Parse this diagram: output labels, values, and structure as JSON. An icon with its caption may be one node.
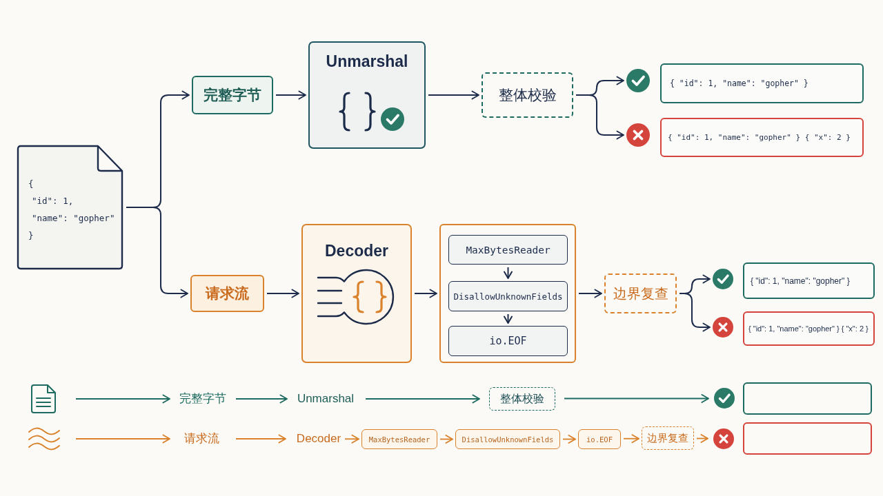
{
  "diagram": {
    "nodes": [
      {
        "text": [
          "{",
          "\"id\": 1,",
          "\"name\": \"gopher\"",
          "}"
        ]
      },
      {
        "text": [
          "完整字节"
        ]
      },
      {
        "text": [
          "Unmarshal"
        ]
      },
      {
        "text": [
          "整体校验"
        ]
      },
      {
        "text": [],
        "shape": "circle"
      },
      {
        "text": [
          "{ \"id\": 1, \"name\": \"gopher\" }"
        ]
      },
      {
        "text": [],
        "shape": "circle"
      },
      {
        "text": [
          "{ \"id\": 1, \"name\": \"gopher\" } { \"x\": 2 }"
        ]
      },
      {
        "text": [
          "请求流"
        ]
      },
      {
        "text": [
          "Decoder"
        ]
      },
      {
        "text": [],
        "shape": "box"
      },
      {
        "text": [
          "MaxBytesReader"
        ],
        "in": 10
      },
      {
        "text": [
          "DisallowUnknownFields"
        ],
        "in": 10
      },
      {
        "text": [
          "io.EOF"
        ],
        "in": 10
      },
      {
        "text": [
          "边界复查"
        ]
      },
      {
        "text": [],
        "shape": "circle"
      },
      {
        "text": [
          "{ \"id\": 1, \"name\": \"gopher\" }"
        ]
      },
      {
        "text": [],
        "shape": "circle"
      },
      {
        "text": [
          "{ \"id\": 1, \"name\": \"gopher\" } { \"x\": 2 }"
        ]
      },
      {
        "text": [],
        "shape": "picture"
      },
      {
        "text": [
          "完整字节"
        ]
      },
      {
        "text": [
          "Unmarshal"
        ]
      },
      {
        "text": [
          "整体校验"
        ]
      },
      {
        "text": [],
        "shape": "circle"
      },
      {
        "text": [],
        "shape": "box"
      },
      {
        "text": [],
        "shape": "picture"
      },
      {
        "text": [
          "请求流"
        ]
      },
      {
        "text": [
          "Decoder"
        ]
      },
      {
        "text": [
          "MaxBytesReader"
        ]
      },
      {
        "text": [
          "DisallowUnknownFields"
        ]
      },
      {
        "text": [
          "io.EOF"
        ]
      },
      {
        "text": [
          "边界复查"
        ]
      },
      {
        "text": [],
        "shape": "circle"
      },
      {
        "text": [],
        "shape": "box"
      }
    ],
    "edges": [
      {
        "from": 0,
        "to": 1,
        "arrow": "to"
      },
      {
        "from": 0,
        "to": 8,
        "arrow": "to"
      },
      {
        "from": 1,
        "to": 2,
        "arrow": "to"
      },
      {
        "from": 2,
        "to": 3,
        "arrow": "to"
      },
      {
        "from": 3,
        "to": 4,
        "arrow": "to"
      },
      {
        "from": 3,
        "to": 6,
        "arrow": "to"
      },
      {
        "from": 8,
        "to": 9,
        "arrow": "to"
      },
      {
        "from": 9,
        "to": 10,
        "arrow": "to"
      },
      {
        "from": 11,
        "to": 12,
        "arrow": "to"
      },
      {
        "from": 12,
        "to": 13,
        "arrow": "to"
      },
      {
        "from": 10,
        "to": 14,
        "arrow": "to"
      },
      {
        "from": 14,
        "to": 15,
        "arrow": "to"
      },
      {
        "from": 14,
        "to": 17,
        "arrow": "to"
      },
      {
        "from": 19,
        "to": 20,
        "arrow": "to",
        "color": "#1d6b60"
      },
      {
        "from": 20,
        "to": 21,
        "arrow": "to",
        "color": "#1d6b60"
      },
      {
        "from": 21,
        "to": 22,
        "arrow": "to",
        "color": "#1d6b60"
      },
      {
        "from": 22,
        "to": 23,
        "arrow": "to",
        "color": "#1d6b60"
      },
      {
        "from": 25,
        "to": 26,
        "arrow": "to",
        "color": "#d9822b"
      },
      {
        "from": 26,
        "to": 27,
        "arrow": "to",
        "color": "#d9822b"
      },
      {
        "from": 27,
        "to": 28,
        "arrow": "to",
        "color": "#d9822b"
      },
      {
        "from": 28,
        "to": 29,
        "arrow": "to",
        "color": "#d9822b"
      },
      {
        "from": 29,
        "to": 30,
        "arrow": "to",
        "color": "#d9822b"
      },
      {
        "from": 30,
        "to": 31,
        "arrow": "to",
        "color": "#d9822b"
      },
      {
        "from": 31,
        "to": 32,
        "arrow": "to",
        "color": "#d9822b"
      }
    ]
  }
}
